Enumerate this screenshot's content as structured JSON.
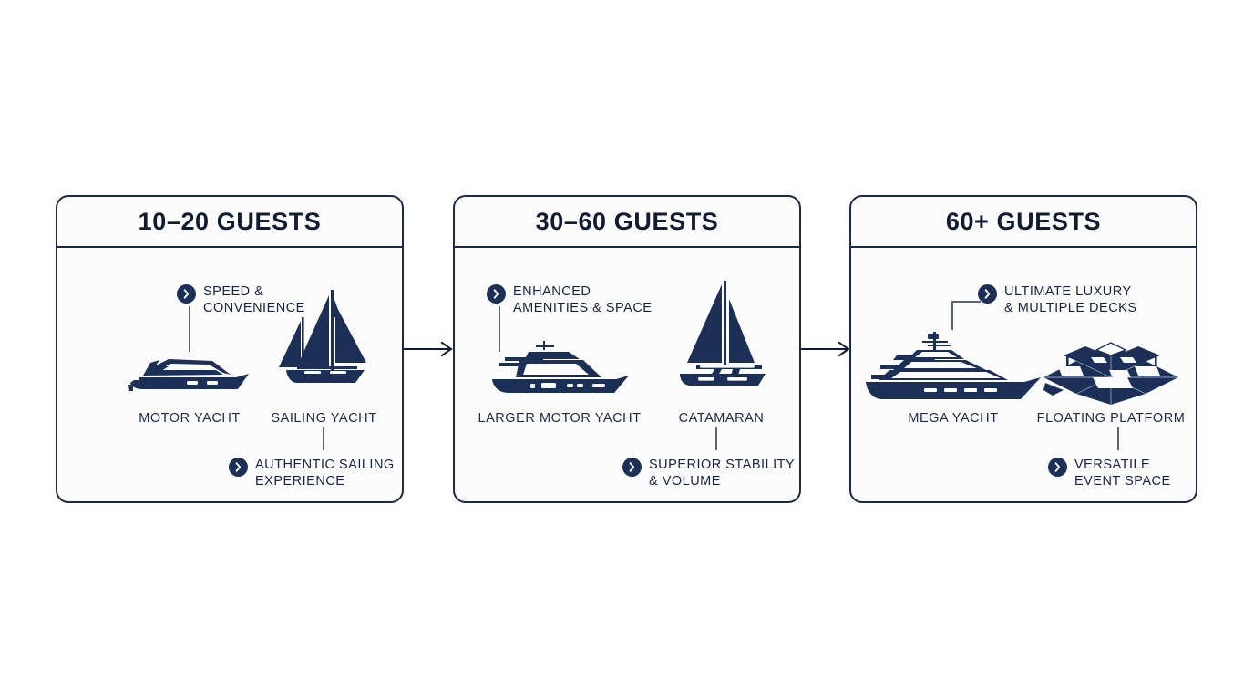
{
  "diagram": {
    "title_implied": "Yacht charter options by guest capacity",
    "accent_color": "#1b2f57",
    "border_color": "#1b2a47",
    "background_color": "#ffffff",
    "leader_color": "#5a6678"
  },
  "connectors": [
    {
      "name": "arrow-panel1-to-panel2",
      "glyph": "arrow-right-icon"
    },
    {
      "name": "arrow-panel2-to-panel3",
      "glyph": "arrow-right-icon"
    }
  ],
  "panels": [
    {
      "id": "panel-0",
      "title": "10–20 GUESTS",
      "vessels": [
        {
          "label": "MOTOR YACHT",
          "icon": "motor-yacht-icon"
        },
        {
          "label": "SAILING YACHT",
          "icon": "sailing-yacht-icon"
        }
      ],
      "callouts": [
        {
          "badge": "chevron-right-icon",
          "line1": "SPEED &",
          "line2": "CONVENIENCE"
        },
        {
          "badge": "chevron-right-icon",
          "line1": "AUTHENTIC SAILING",
          "line2": "EXPERIENCE"
        }
      ]
    },
    {
      "id": "panel-1",
      "title": "30–60 GUESTS",
      "vessels": [
        {
          "label": "LARGER MOTOR YACHT",
          "icon": "larger-motor-yacht-icon"
        },
        {
          "label": "CATAMARAN",
          "icon": "catamaran-icon"
        }
      ],
      "callouts": [
        {
          "badge": "chevron-right-icon",
          "line1": "ENHANCED",
          "line2": "AMENITIES & SPACE"
        },
        {
          "badge": "chevron-right-icon",
          "line1": "SUPERIOR STABILITY",
          "line2": "& VOLUME"
        }
      ]
    },
    {
      "id": "panel-2",
      "title": "60+ GUESTS",
      "vessels": [
        {
          "label": "MEGA YACHT",
          "icon": "mega-yacht-icon"
        },
        {
          "label": "FLOATING PLATFORM",
          "icon": "floating-platform-icon"
        }
      ],
      "callouts": [
        {
          "badge": "chevron-right-icon",
          "line1": "ULTIMATE LUXURY",
          "line2": "& MULTIPLE DECKS"
        },
        {
          "badge": "chevron-right-icon",
          "line1": "VERSATILE",
          "line2": "EVENT SPACE"
        }
      ]
    }
  ]
}
